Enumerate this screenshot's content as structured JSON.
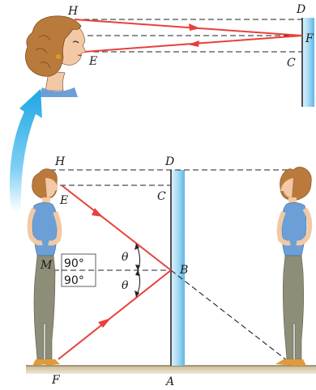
{
  "labels": {
    "top_H": "H",
    "top_D": "D",
    "top_F": "F",
    "top_E": "E",
    "top_C": "C",
    "H": "H",
    "D": "D",
    "E": "E",
    "C": "C",
    "M": "M",
    "B": "B",
    "F": "F",
    "A": "A",
    "theta_upper": "θ",
    "theta_lower": "θ",
    "angle_upper": "90°",
    "angle_lower": "90°"
  },
  "colors": {
    "ray": "#e8403a",
    "mirror_light": "#bfe6f8",
    "mirror_dark": "#58b4e6",
    "arrow": "#1fa9e6",
    "skin": "#f3c9a5",
    "hair": "#b97a3c",
    "shirt": "#6b9fd6",
    "pants": "#8d8d78",
    "floor": "#b9a98a"
  },
  "icons": {
    "zoom_arrow": "curved-up-arrow-icon"
  }
}
